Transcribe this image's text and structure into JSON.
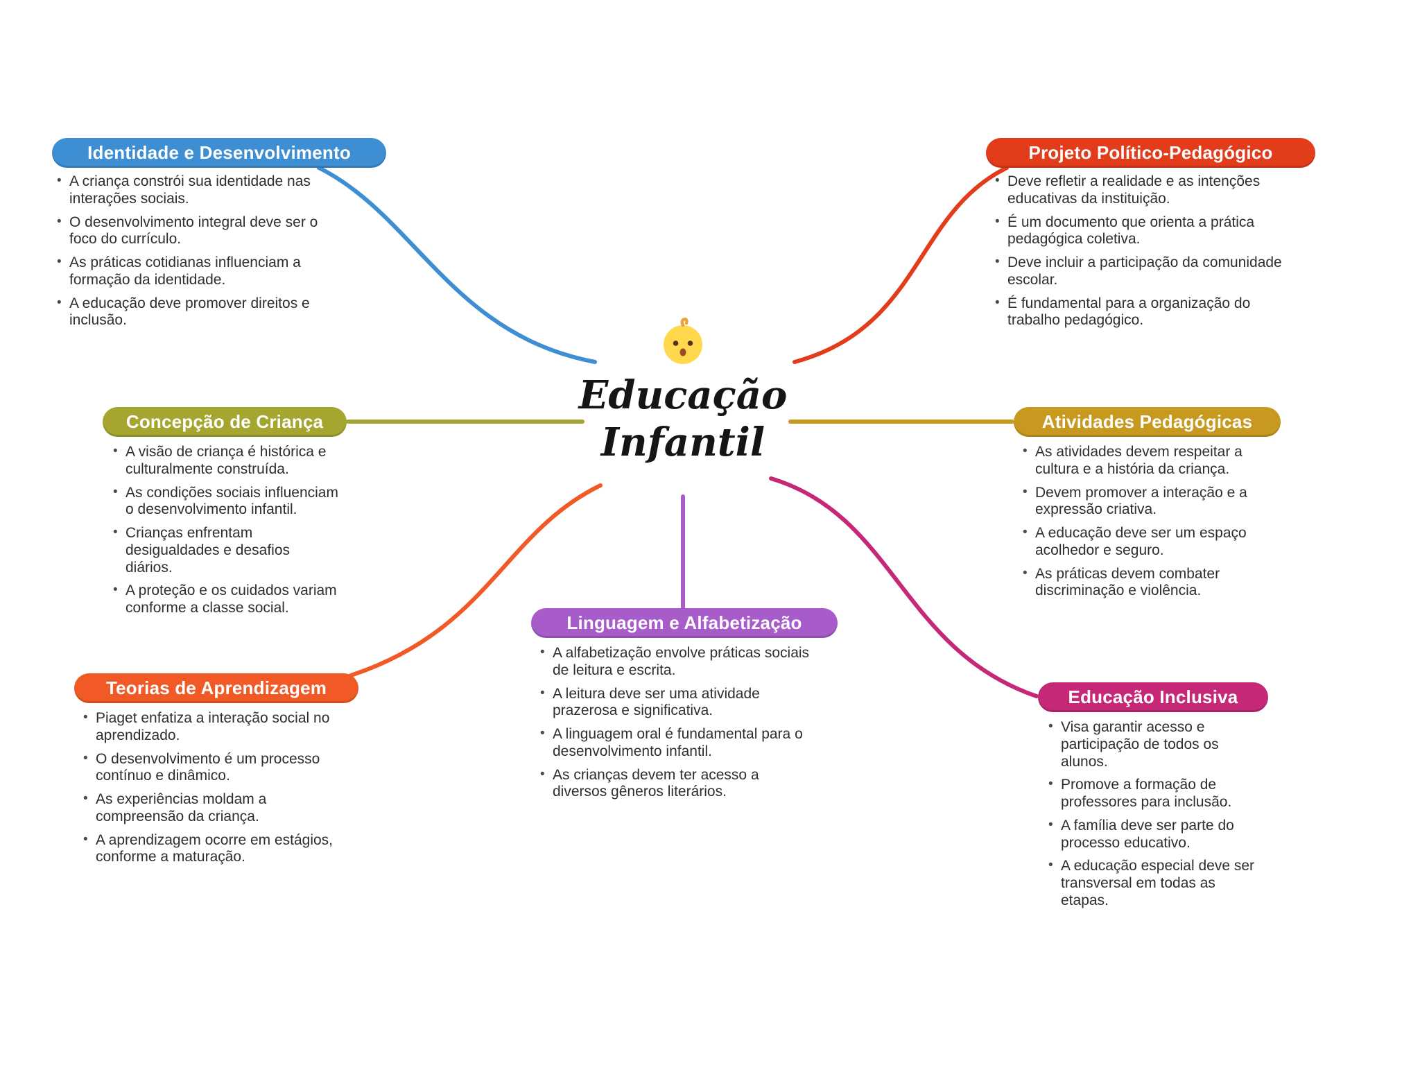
{
  "center": {
    "icon": "baby-face-icon",
    "title_lines": [
      "Educação",
      "Infantil"
    ]
  },
  "branches": [
    {
      "title": "Identidade e Desenvolvimento",
      "color": "#3E8ED3",
      "items": [
        "A criança constrói sua identidade nas interações sociais.",
        "O desenvolvimento integral deve ser o foco do currículo.",
        "As práticas cotidianas influenciam a formação da identidade.",
        "A educação deve promover direitos e inclusão."
      ]
    },
    {
      "title": "Projeto Político-Pedagógico",
      "color": "#E23C1B",
      "items": [
        "Deve refletir a realidade e as intenções educativas da instituição.",
        "É um documento que orienta a prática pedagógica coletiva.",
        "Deve incluir a participação da comunidade escolar.",
        "É fundamental para a organização do trabalho pedagógico."
      ]
    },
    {
      "title": "Concepção de Criança",
      "color": "#A4A630",
      "items": [
        "A visão de criança é histórica e culturalmente construída.",
        "As condições sociais influenciam o desenvolvimento infantil.",
        "Crianças enfrentam desigualdades e desafios diários.",
        "A proteção e os cuidados variam conforme a classe social."
      ]
    },
    {
      "title": "Atividades Pedagógicas",
      "color": "#C79A1F",
      "items": [
        "As atividades devem respeitar a cultura e a história da criança.",
        "Devem promover a interação e a expressão criativa.",
        "A educação deve ser um espaço acolhedor e seguro.",
        "As práticas devem combater discriminação e violência."
      ]
    },
    {
      "title": "Teorias de Aprendizagem",
      "color": "#F15A27",
      "items": [
        "Piaget enfatiza a interação social no aprendizado.",
        "O desenvolvimento é um processo contínuo e dinâmico.",
        "As experiências moldam a compreensão da criança.",
        "A aprendizagem ocorre em estágios, conforme a maturação."
      ]
    },
    {
      "title": "Educação Inclusiva",
      "color": "#C42877",
      "items": [
        "Visa garantir acesso e participação de todos os alunos.",
        "Promove a formação de professores para inclusão.",
        "A família deve ser parte do processo educativo.",
        "A educação especial deve ser transversal em todas as etapas."
      ]
    },
    {
      "title": "Linguagem e Alfabetização",
      "color": "#A75CC9",
      "items": [
        "A alfabetização envolve práticas sociais de leitura e escrita.",
        "A leitura deve ser uma atividade prazerosa e significativa.",
        "A linguagem oral é fundamental para o desenvolvimento infantil.",
        "As crianças devem ter acesso a diversos gêneros literários."
      ]
    }
  ]
}
